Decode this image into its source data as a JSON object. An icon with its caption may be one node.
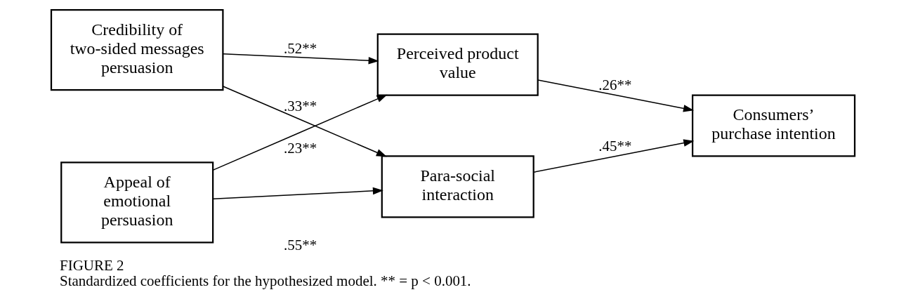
{
  "diagram": {
    "title": "FIGURE 2",
    "caption": "Standardized coefficients for the hypothesized model. ** = p < 0.001.",
    "nodes": [
      {
        "text": [
          "Credibility of two-sided messages persuasion"
        ]
      },
      {
        "text": [
          "Appeal of emotional persuasion"
        ]
      },
      {
        "text": [
          "Perceived product value"
        ]
      },
      {
        "text": [
          "Para-social interaction"
        ]
      },
      {
        "text": [
          "Consumers’ purchase intention"
        ]
      }
    ],
    "edges": [
      {
        "from": 0,
        "to": 2,
        "arrow": "to",
        "label": ".52**"
      },
      {
        "from": 0,
        "to": 3,
        "arrow": "to",
        "label": ".33**"
      },
      {
        "from": 1,
        "to": 2,
        "arrow": "to",
        "label": ".23**"
      },
      {
        "from": 1,
        "to": 3,
        "arrow": "to",
        "label": ".55**"
      },
      {
        "from": 2,
        "to": 4,
        "arrow": "to",
        "label": ".26**"
      },
      {
        "from": 3,
        "to": 4,
        "arrow": "to",
        "label": ".45**"
      }
    ]
  }
}
